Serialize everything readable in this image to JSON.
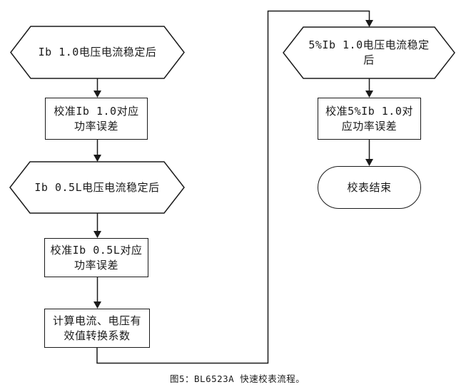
{
  "figure": {
    "caption": "图5：BL6523A 快速校表流程。"
  },
  "colors": {
    "line": "#1a1a1a",
    "node_fill": "#ffffff",
    "text": "#1a1a1a",
    "background": "#ffffff"
  },
  "flowchart": {
    "nodes": {
      "hex_ib10": {
        "type": "preparation-hexagon",
        "label": "Ib 1.0电压电流稳定后"
      },
      "rect_cal_ib10": {
        "type": "process",
        "label": "校准Ib 1.0对应\n功率误差"
      },
      "hex_ib05l": {
        "type": "preparation-hexagon",
        "label": "Ib 0.5L电压电流稳定后"
      },
      "rect_cal_ib05l": {
        "type": "process",
        "label": "校准Ib 0.5L对应\n功率误差"
      },
      "rect_compute": {
        "type": "process",
        "label": "计算电流、电压有\n效值转换系数"
      },
      "hex_5ib10": {
        "type": "preparation-hexagon",
        "label": "5%Ib 1.0电压电流稳定\n后"
      },
      "rect_cal_5ib10": {
        "type": "process",
        "label": "校准5%Ib 1.0对\n应功率误差"
      },
      "terminator_end": {
        "type": "terminator",
        "label": "校表结束"
      }
    },
    "edges": [
      {
        "from": "hex_ib10",
        "to": "rect_cal_ib10"
      },
      {
        "from": "rect_cal_ib10",
        "to": "hex_ib05l"
      },
      {
        "from": "hex_ib05l",
        "to": "rect_cal_ib05l"
      },
      {
        "from": "rect_cal_ib05l",
        "to": "rect_compute"
      },
      {
        "from": "rect_compute",
        "to": "hex_5ib10",
        "routing": "down-right-up-right-down"
      },
      {
        "from": "hex_5ib10",
        "to": "rect_cal_5ib10"
      },
      {
        "from": "rect_cal_5ib10",
        "to": "terminator_end"
      }
    ]
  }
}
